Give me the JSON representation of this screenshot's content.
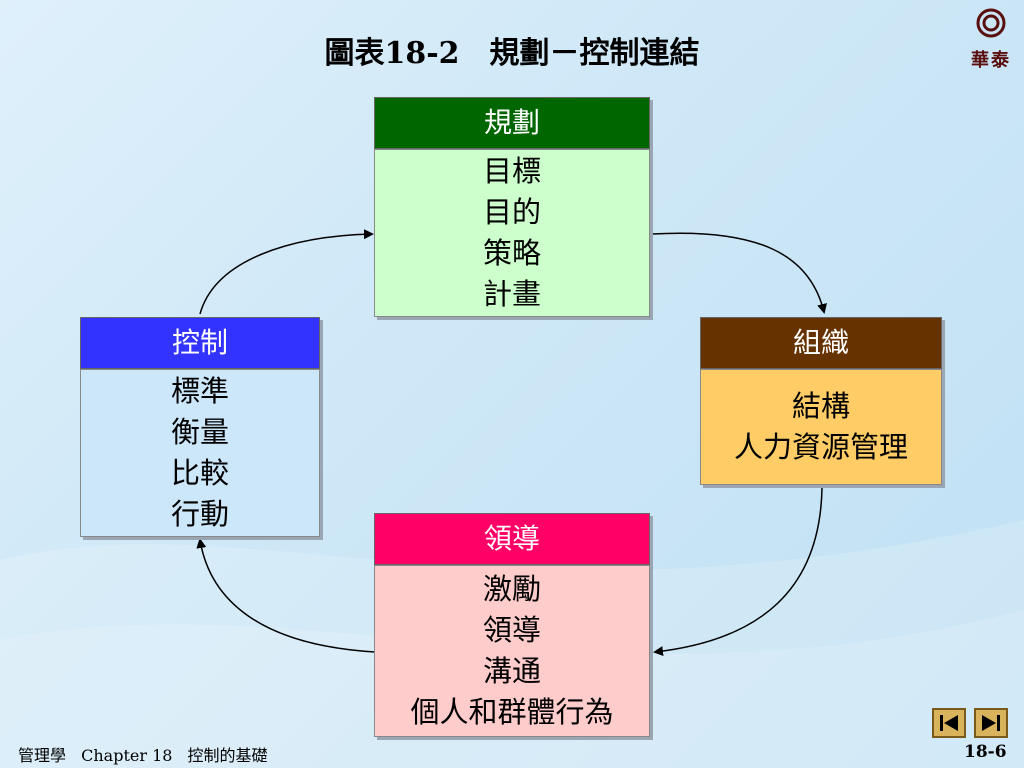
{
  "title": "圖表18-2　規劃－控制連結",
  "logo": {
    "text": "華泰"
  },
  "boxes": {
    "planning": {
      "header": "規劃",
      "items": [
        "目標",
        "目的",
        "策略",
        "計畫"
      ],
      "header_color": "#006600",
      "body_color": "#ccffcc"
    },
    "organizing": {
      "header": "組織",
      "items": [
        "結構",
        "人力資源管理"
      ],
      "header_color": "#663300",
      "body_color": "#ffcc66"
    },
    "leading": {
      "header": "領導",
      "items": [
        "激勵",
        "領導",
        "溝通",
        "個人和群體行為"
      ],
      "header_color": "#ff0066",
      "body_color": "#ffcccc"
    },
    "controlling": {
      "header": "控制",
      "items": [
        "標準",
        "衡量",
        "比較",
        "行動"
      ],
      "header_color": "#3333ff",
      "body_color": "#cce6fa"
    }
  },
  "footer": {
    "course": "管理學",
    "chapter": "Chapter 18",
    "topic": "控制的基礎"
  },
  "page_number": "18-6",
  "nav": {
    "prev_icon": "previous-slide-icon",
    "next_icon": "next-slide-icon"
  }
}
